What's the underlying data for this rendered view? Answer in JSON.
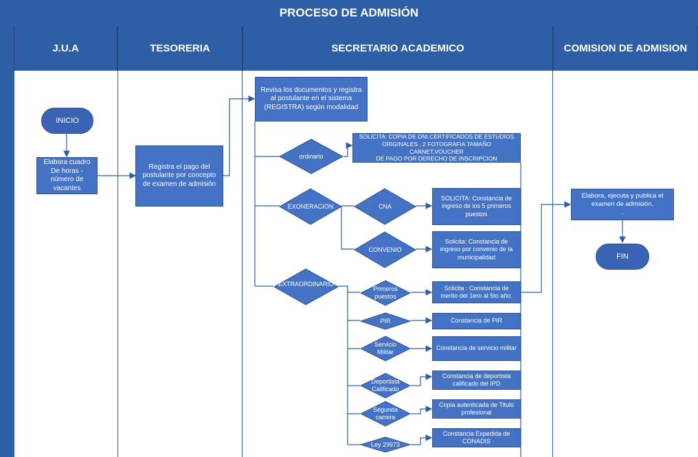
{
  "title": "PROCESO DE ADMISIÓN",
  "lanes": [
    "J.U.A",
    "TESORERIA",
    "SECRETARIO ACADEMICO",
    "COMISION DE ADMISION"
  ],
  "nodes": {
    "inicio": "INICIO",
    "elabora_cuadro": "Elabora cuadro\nDe horas -\nnúmero de\nvacantes",
    "registra_pago": "Registra el pago del\npostulante por concepto\nde examen de admisión",
    "revisa_documentos": "Revisa los documentos  y registra\nal postulante  en el sistema\n(REGISTRA) según modalidad",
    "ordinario": "ordinario",
    "solicita_ordinario": "SOLICITA: COPIA DE DNI,CERTIFICADOS DE ESTUDIOS\nORIGINALES , 2 FOTOGRAFIA TAMAÑO CARNET,VOUCHER\nDE PAGO POR DERECHO DE INSCRIPCION",
    "exoneracion": "EXONERACION",
    "cna": "CNA",
    "solicita_cna": "SOLICITA: Constancia de\ningreso de los 5 primeros\npuestos",
    "convenio": "CONVENIO",
    "solicita_convenio": "Solicita: Constancia de\ningreso por convenio de la\nmunicipalidad",
    "extraordinario": "EXTRAORDINARIO",
    "primeros_puestos": "Primeros\npuestos",
    "solicita_merito": "Solicita : Constancia  de\nmerito del 1ero al 5to año.",
    "pir": "PIR",
    "constancia_pir": "Constancia de PIR",
    "servicio_militar": "Servicio\nMilitar",
    "constancia_militar": "Constancia de servicio militar",
    "deportista": "Deportista\nCalificado",
    "constancia_deportista": "Constancia de deportista\ncalificado del IPD",
    "segunda_carrera": "Segunda\ncarrera",
    "copia_titulo": "Copia autenticada de Titulo\nprofesional",
    "ley": "Ley 29973",
    "constancia_conadis": "Constancia Expedida de\nCONADIS",
    "elabora_examen": "Elabora, ejecuta y publica  el\nexamen de admisión.\n.",
    "fin": "FIN"
  },
  "colors": {
    "header": "#2e5fa6",
    "shape": "#4472c4",
    "line": "#2e5fa6"
  }
}
